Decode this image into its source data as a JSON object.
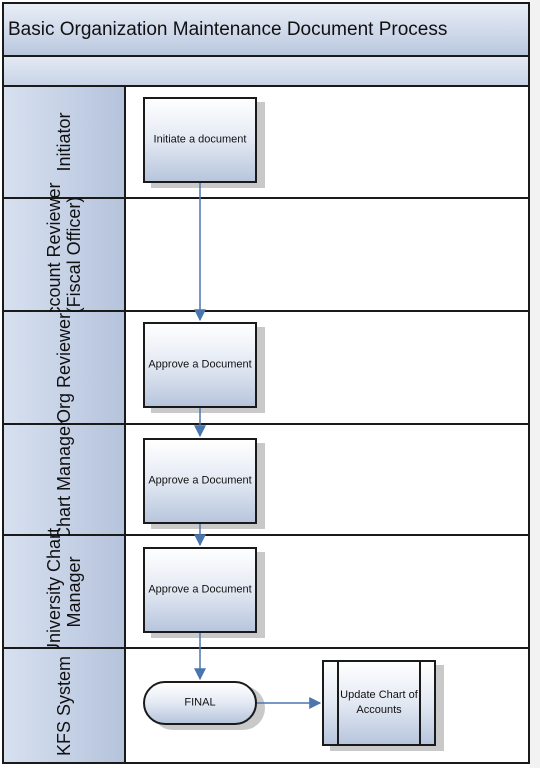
{
  "title": "Basic Organization Maintenance Document Process",
  "lanes": [
    {
      "label": "Initiator"
    },
    {
      "label": "Account Reviewer (Fiscal Officer)"
    },
    {
      "label": "Org Reviewer"
    },
    {
      "label": "Chart Manager"
    },
    {
      "label": "University Chart Manager"
    },
    {
      "label": "KFS System"
    }
  ],
  "steps": {
    "initiate": "Initiate a document",
    "approve_org": "Approve a Document",
    "approve_chart": "Approve a Document",
    "approve_university": "Approve a Document",
    "final": "FINAL",
    "update_chart": "Update Chart of Accounts"
  },
  "colors": {
    "arrow": "#4a76b0",
    "border": "#1a1a1a",
    "fill_light": "#e3e9f3",
    "fill_dark": "#b7c5dc"
  }
}
